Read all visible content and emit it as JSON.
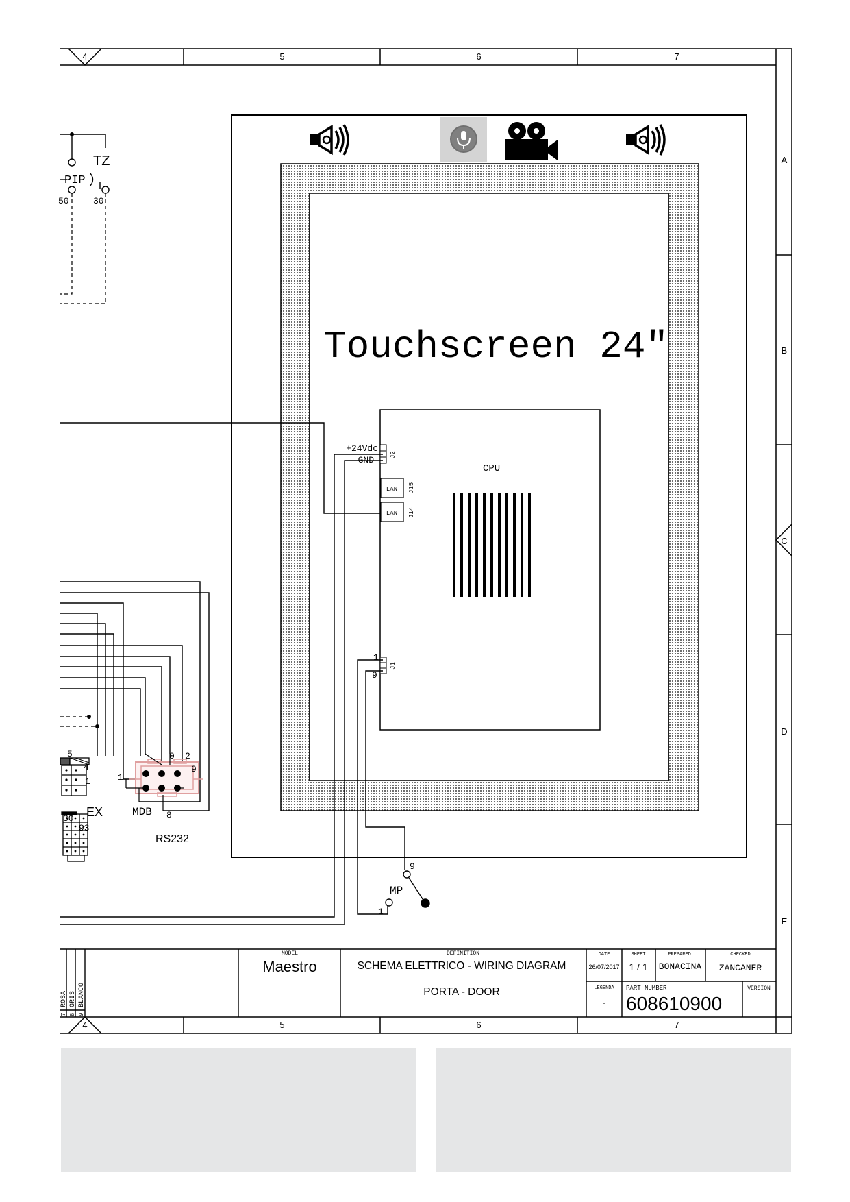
{
  "ruler": {
    "columns": [
      "4",
      "5",
      "6",
      "7"
    ],
    "rows": [
      "A",
      "B",
      "C",
      "D",
      "E"
    ]
  },
  "device": {
    "title": "Touchscreen 24\"",
    "cpu_label": "CPU",
    "power_pos": "+24Vdc",
    "power_gnd": "GND",
    "conn_j2": "J2",
    "conn_j15": "J15",
    "conn_j14": "J14",
    "conn_j1": "J1",
    "lan_label": "LAN",
    "j1_pin_first": "1",
    "j1_pin_last": "9",
    "icons": [
      "speaker-icon",
      "microphone-icon",
      "camera-icon",
      "speaker-icon"
    ]
  },
  "left_components": {
    "tz": "TZ",
    "pip": "PIP",
    "pin_50": "50",
    "pin_30": "30",
    "ex": "EX",
    "mdb": "MDB",
    "rs232": "RS232",
    "pins": {
      "p5": "5",
      "p4": "4",
      "p1a": "1",
      "p30": "30",
      "p93": "93",
      "p1b": "1",
      "p0": "0",
      "p2": "2",
      "p9": "9",
      "p8": "8"
    }
  },
  "switch": {
    "label": "MP",
    "pin_top": "9",
    "pin_bottom": "1"
  },
  "title_block": {
    "model_header": "MODEL",
    "model": "Maestro",
    "definition_header": "DEFINITION",
    "definition_line1": "SCHEMA ELETTRICO - WIRING DIAGRAM",
    "definition_line2": "PORTA - DOOR",
    "date_header": "DATE",
    "date": "26/07/2017",
    "sheet_header": "SHEET",
    "sheet": "1 / 1",
    "prepared_header": "PREPARED",
    "prepared": "BONACINA",
    "checked_header": "CHECKED",
    "checked": "ZANCANER",
    "legend_header": "LEGENDA",
    "legend": "-",
    "part_number_header": "PART NUMBER",
    "part_number": "608610900",
    "version_header": "VERSION",
    "version": "",
    "color_legend": [
      {
        "num": "7",
        "color": "ROSA"
      },
      {
        "num": "8",
        "color": "GRIS"
      },
      {
        "num": "9",
        "color": "BLANCO"
      }
    ]
  },
  "colors": {
    "line": "#000000",
    "mdb_connector": "#e0a0a0",
    "panel_gray": "#e5e6e7",
    "mic_bg": "#d4d4d4"
  }
}
